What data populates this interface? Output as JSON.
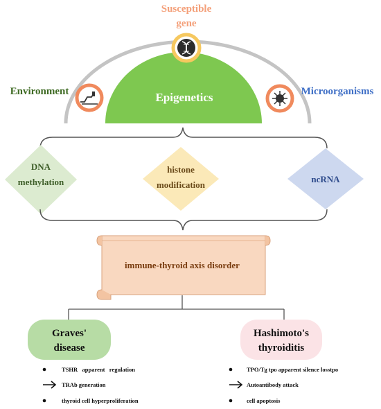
{
  "top": {
    "susceptible_gene": [
      "Susceptible",
      "gene"
    ],
    "environment": "Environment",
    "microorganisms": "Microorganisms",
    "center": "Epigenetics"
  },
  "mechanisms": [
    {
      "lines": [
        "DNA",
        "methylation"
      ],
      "color": "#dcebd0",
      "text_color": "#3f5f2a"
    },
    {
      "lines": [
        "histone",
        "modification"
      ],
      "color": "#fbe9b8",
      "text_color": "#6a4a1a"
    },
    {
      "lines": [
        "ncRNA"
      ],
      "color": "#cdd8ef",
      "text_color": "#2e4b8c"
    }
  ],
  "scroll_text": "immune-thyroid axis disorder",
  "diseases": {
    "graves": {
      "title": [
        "Graves'",
        "disease"
      ],
      "items": [
        {
          "marker": "dot",
          "text": "TSHR   apparent   regulation"
        },
        {
          "marker": "arrow",
          "text": "TRAb generation"
        },
        {
          "marker": "dot",
          "text": "thyroid cell hyperproliferation"
        }
      ]
    },
    "hashimoto": {
      "title": [
        "Hashimoto's",
        "thyroiditis"
      ],
      "items": [
        {
          "marker": "dot",
          "text": "TPO/Tg tpo apparent silence losstpo"
        },
        {
          "marker": "arrow",
          "text": "Autoantibody attack"
        },
        {
          "marker": "dot",
          "text": "cell apoptosis"
        }
      ]
    }
  },
  "colors": {
    "environment": "#3f6b24",
    "susceptible": "#f4a07a",
    "microorganisms": "#3f6fc6",
    "epigenetics_fill": "#7ec850",
    "arc": "#c4c4c4",
    "icon_ring_orange": "#f08a5d",
    "icon_ring_yellow": "#f6c85f",
    "scroll_fill": "#f9d8c0",
    "scroll_text": "#7a3d10",
    "graves_fill": "#b7dca5",
    "hashimoto_fill": "#fbe3e6"
  }
}
